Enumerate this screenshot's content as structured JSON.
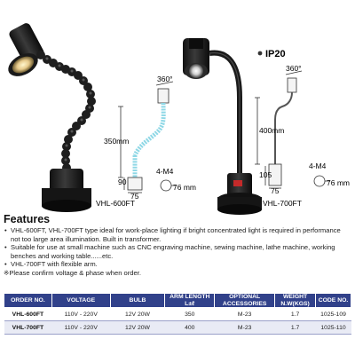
{
  "colors": {
    "header_bg": "#31418a",
    "row_alt": "#e9ebf5",
    "hose_blue": "#8fd8e6"
  },
  "figures": {
    "ip_rating": "IP20",
    "left_caption": "VHL-600FT",
    "right_caption": "VHL-700FT",
    "left_dims": {
      "angle": "360°",
      "length": "350mm",
      "base": "90",
      "width": "75",
      "thread": "4-M4",
      "hole": "76 mm"
    },
    "right_dims": {
      "angle": "360°",
      "length": "400mm",
      "base": "105",
      "width": "75",
      "thread": "4-M4",
      "hole": "76 mm"
    }
  },
  "features": {
    "heading": "Features",
    "items": [
      "VHL-600FT, VHL-700FT type ideal for work-place lighting if bright concentrated light is required in performance not too large area illumination. Built in transformer.",
      "Suitable for use at small machine such as CNC engraving machine, sewing machine, lathe machine, working benches and working table......etc.",
      "VHL-700FT with flexible arm."
    ],
    "note": "※Please confirm voltage & phase when order."
  },
  "table": {
    "headers": {
      "order_no": "ORDER NO.",
      "voltage": "VOLTAGE",
      "bulb": "BULB",
      "arm_length": "ARM LENGTH",
      "arm_unit": "L±ℓ",
      "accessories": "OPTIONAL ACCESSORIES",
      "weight": "WEIGHT",
      "weight_unit": "N.W(KGS)",
      "code_no": "CODE NO."
    },
    "rows": [
      {
        "order_no": "VHL-600FT",
        "voltage": "110V - 220V",
        "bulb": "12V 20W",
        "arm_length": "350",
        "accessories": "M-23",
        "weight": "1.7",
        "code_no": "1025-109"
      },
      {
        "order_no": "VHL-700FT",
        "voltage": "110V - 220V",
        "bulb": "12V 20W",
        "arm_length": "400",
        "accessories": "M-23",
        "weight": "1.7",
        "code_no": "1025-110"
      }
    ]
  }
}
